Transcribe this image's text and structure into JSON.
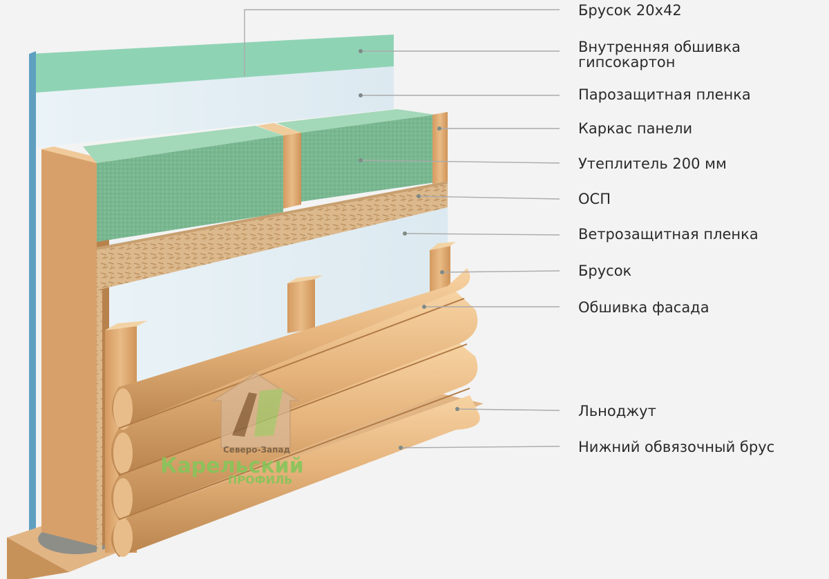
{
  "labels": [
    {
      "key": "bar_20x42",
      "text": "Брусок 20х42"
    },
    {
      "key": "drywall_line1",
      "text": "Внутренняя обшивка"
    },
    {
      "key": "drywall_line2",
      "text": "гипсокартон"
    },
    {
      "key": "vapor_film",
      "text": "Парозащитная пленка"
    },
    {
      "key": "panel_frame",
      "text": "Каркас панели"
    },
    {
      "key": "insulation",
      "text": "Утеплитель 200 мм"
    },
    {
      "key": "osb",
      "text": "ОСП"
    },
    {
      "key": "wind_film",
      "text": "Ветрозащитная пленка"
    },
    {
      "key": "bar",
      "text": "Брусок"
    },
    {
      "key": "facade",
      "text": "Обшивка фасада"
    },
    {
      "key": "jute",
      "text": "Льноджут"
    },
    {
      "key": "bottom_beam",
      "text": "Нижний обвязочный брус"
    }
  ],
  "watermark": {
    "line1": "Северо-Запад",
    "line2": "Карельский",
    "line3": "ПРОФИЛЬ"
  },
  "colors": {
    "background": "#f3f3f3",
    "drywall": "#8fd2b4",
    "film": "#e6f1f6",
    "insulation": "#74b48d",
    "wood": "#e2b27e",
    "osb": "#d9b589",
    "leader": "#aaaaaa",
    "dot": "#7e8a86",
    "text": "#2a2a2a",
    "watermark_green": "#86c55a"
  }
}
